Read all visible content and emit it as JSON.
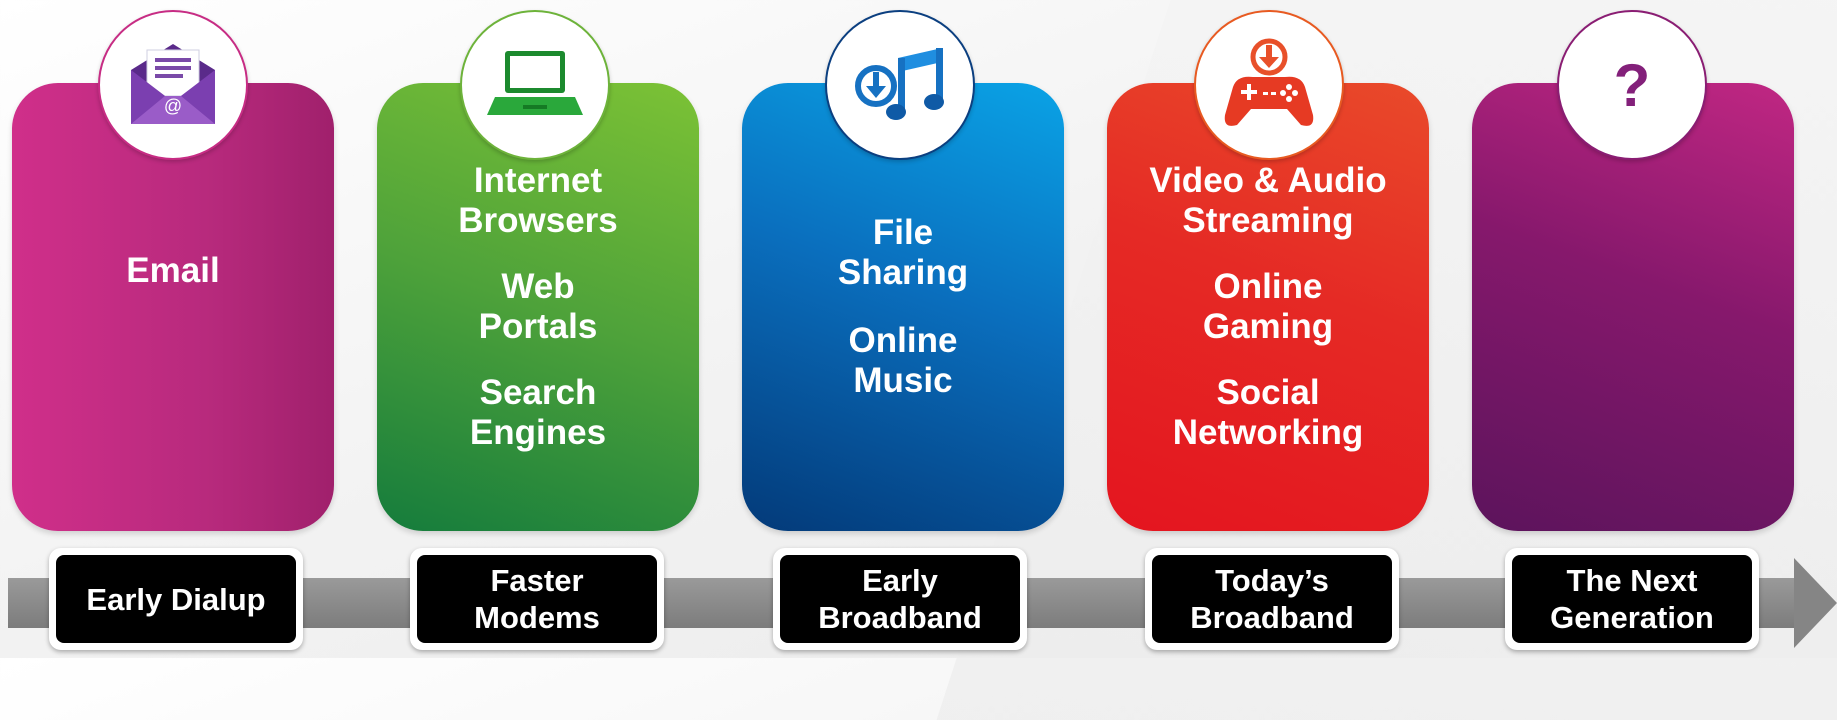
{
  "stages": [
    {
      "label_lines": [
        "Early Dialup"
      ],
      "icon": "email-envelope-icon",
      "color": "#c72c84",
      "items": [
        [
          "Email"
        ]
      ]
    },
    {
      "label_lines": [
        "Faster",
        "Modems"
      ],
      "icon": "laptop-icon",
      "color": "#6db33a",
      "items": [
        [
          "Internet",
          "Browsers"
        ],
        [
          "Web",
          "Portals"
        ],
        [
          "Search",
          "Engines"
        ]
      ]
    },
    {
      "label_lines": [
        "Early",
        "Broadband"
      ],
      "icon": "music-download-icon",
      "color": "#0a6fbe",
      "items": [
        [
          "File",
          "Sharing"
        ],
        [
          "Online",
          "Music"
        ]
      ]
    },
    {
      "label_lines": [
        "Today’s",
        "Broadband"
      ],
      "icon": "gamepad-download-icon",
      "color": "#e52a25",
      "items": [
        [
          "Video & Audio",
          "Streaming"
        ],
        [
          "Online",
          "Gaming"
        ],
        [
          "Social",
          "Networking"
        ]
      ]
    },
    {
      "label_lines": [
        "The Next",
        "Generation"
      ],
      "icon": "question-mark-icon",
      "color": "#86186c",
      "circle_text": "?",
      "items": []
    }
  ],
  "arrow_color": "#858585"
}
